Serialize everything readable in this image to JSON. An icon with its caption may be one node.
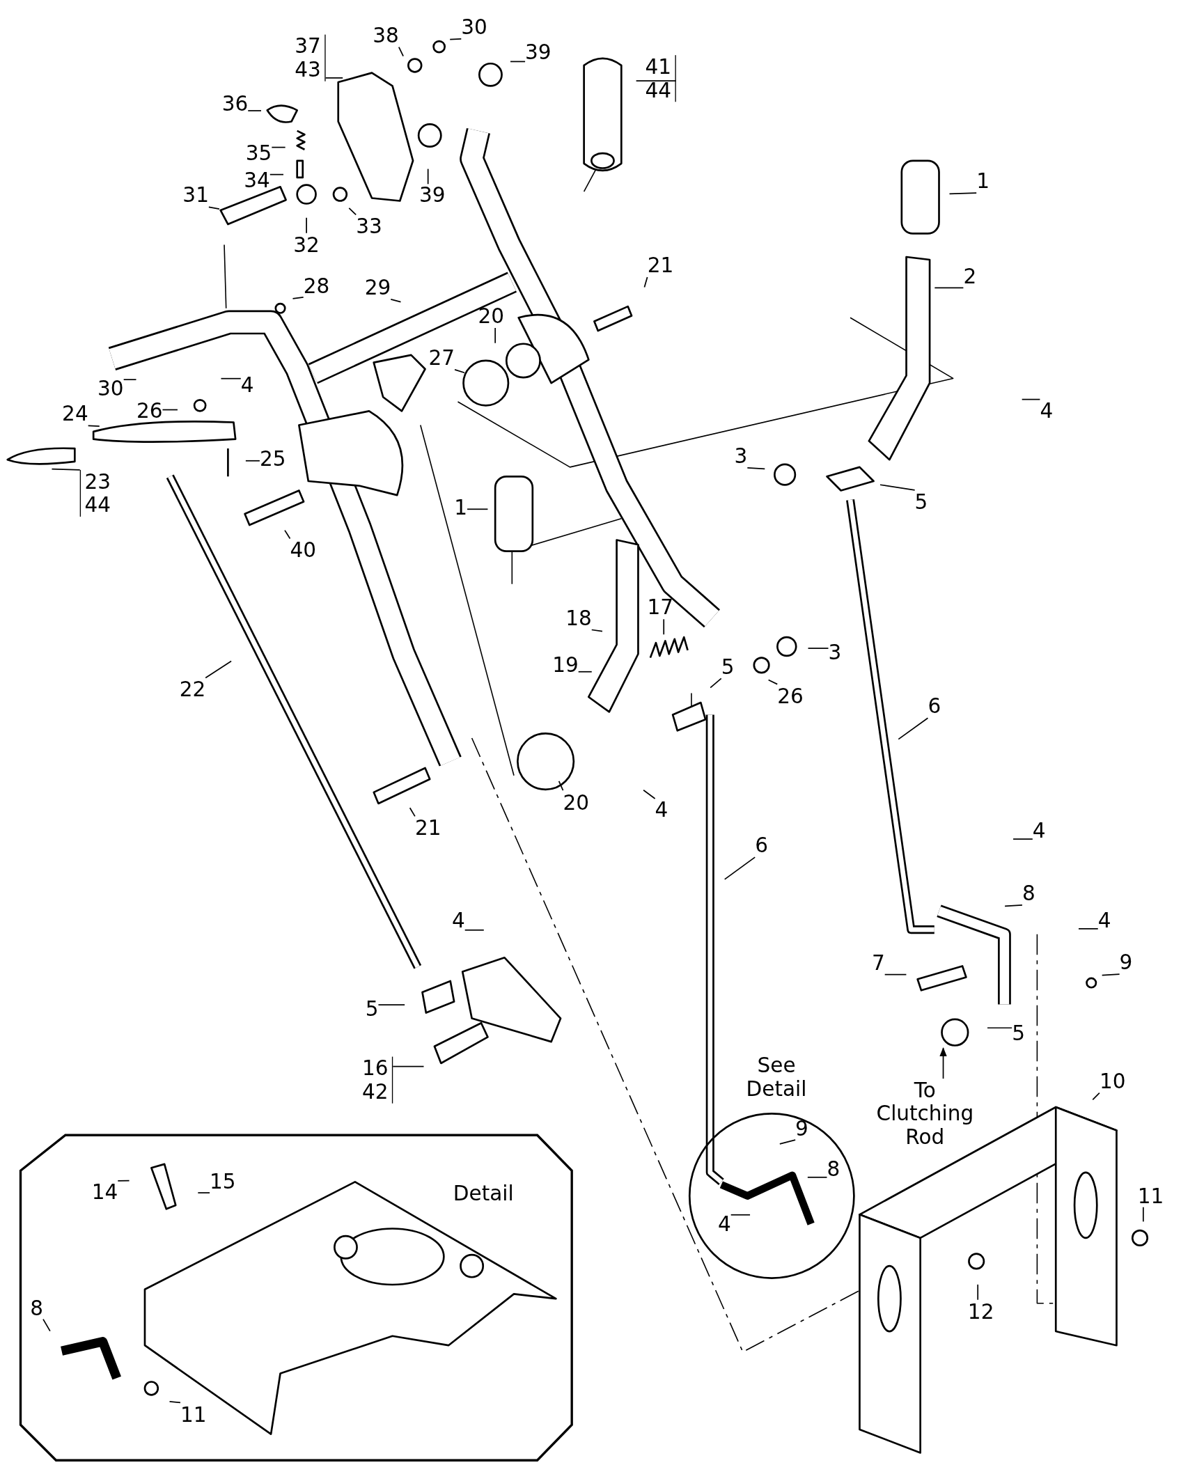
{
  "diagram": {
    "nodes": [
      {
        "text": [
          "37",
          "43"
        ]
      },
      {
        "text": [
          "38"
        ]
      },
      {
        "text": [
          "30"
        ]
      },
      {
        "text": [
          "39"
        ]
      },
      {
        "text": [
          "41",
          "44"
        ]
      },
      {
        "text": [
          "36"
        ]
      },
      {
        "text": [
          "35"
        ]
      },
      {
        "text": [
          "34"
        ]
      },
      {
        "text": [
          "39"
        ]
      },
      {
        "text": [
          "31"
        ]
      },
      {
        "text": [
          "33"
        ]
      },
      {
        "text": [
          "32"
        ]
      },
      {
        "text": [
          "1"
        ]
      },
      {
        "text": [
          "21"
        ]
      },
      {
        "text": [
          "2"
        ]
      },
      {
        "text": [
          "28"
        ]
      },
      {
        "text": [
          "29"
        ]
      },
      {
        "text": [
          "20"
        ]
      },
      {
        "text": [
          "27"
        ]
      },
      {
        "text": [
          "4"
        ]
      },
      {
        "text": [
          "30"
        ]
      },
      {
        "text": [
          "4"
        ]
      },
      {
        "text": [
          "26"
        ]
      },
      {
        "text": [
          "24"
        ]
      },
      {
        "text": [
          "3"
        ]
      },
      {
        "text": [
          "25"
        ]
      },
      {
        "text": [
          "5"
        ]
      },
      {
        "text": [
          "23",
          "44"
        ]
      },
      {
        "text": [
          "1"
        ]
      },
      {
        "text": [
          "40"
        ]
      },
      {
        "text": [
          "18"
        ]
      },
      {
        "text": [
          "17"
        ]
      },
      {
        "text": [
          "3"
        ]
      },
      {
        "text": [
          "19"
        ]
      },
      {
        "text": [
          "5"
        ]
      },
      {
        "text": [
          "22"
        ]
      },
      {
        "text": [
          "26"
        ]
      },
      {
        "text": [
          "6"
        ]
      },
      {
        "text": [
          "20"
        ]
      },
      {
        "text": [
          "4"
        ]
      },
      {
        "text": [
          "21"
        ]
      },
      {
        "text": [
          "4"
        ]
      },
      {
        "text": [
          "6"
        ]
      },
      {
        "text": [
          "8"
        ]
      },
      {
        "text": [
          "4"
        ]
      },
      {
        "text": [
          "4"
        ]
      },
      {
        "text": [
          "7"
        ]
      },
      {
        "text": [
          "9"
        ]
      },
      {
        "text": [
          "5"
        ]
      },
      {
        "text": [
          "5"
        ]
      },
      {
        "text": [
          "16",
          "42"
        ]
      },
      {
        "text": [
          "To Clutching Rod"
        ]
      },
      {
        "text": [
          "10"
        ]
      },
      {
        "text": [
          "See Detail"
        ]
      },
      {
        "text": [
          "9"
        ],
        "in": 53
      },
      {
        "text": [
          "8"
        ],
        "in": 53
      },
      {
        "text": [
          "4"
        ],
        "in": 53
      },
      {
        "text": [
          "11"
        ]
      },
      {
        "text": [
          "12"
        ]
      },
      {
        "text": [
          "Detail"
        ]
      },
      {
        "text": [
          "14"
        ],
        "in": 59
      },
      {
        "text": [
          "15"
        ],
        "in": 59
      },
      {
        "text": [
          "8"
        ],
        "in": 59
      },
      {
        "text": [
          "11"
        ],
        "in": 59
      }
    ],
    "edges": [
      {
        "from": 0,
        "to": null,
        "arrow": "none"
      },
      {
        "from": 1,
        "to": null,
        "arrow": "none"
      },
      {
        "from": 2,
        "to": null,
        "arrow": "none"
      },
      {
        "from": 3,
        "to": null,
        "arrow": "none"
      },
      {
        "from": 4,
        "to": null,
        "arrow": "none"
      },
      {
        "from": 5,
        "to": null,
        "arrow": "none"
      },
      {
        "from": 6,
        "to": null,
        "arrow": "none"
      },
      {
        "from": 7,
        "to": null,
        "arrow": "none"
      },
      {
        "from": 8,
        "to": null,
        "arrow": "none"
      },
      {
        "from": 9,
        "to": null,
        "arrow": "none"
      },
      {
        "from": 10,
        "to": null,
        "arrow": "none"
      },
      {
        "from": 11,
        "to": null,
        "arrow": "none"
      },
      {
        "from": 12,
        "to": null,
        "arrow": "none"
      },
      {
        "from": 13,
        "to": null,
        "arrow": "none"
      },
      {
        "from": 14,
        "to": null,
        "arrow": "none"
      },
      {
        "from": 15,
        "to": null,
        "arrow": "none"
      },
      {
        "from": 16,
        "to": null,
        "arrow": "none"
      },
      {
        "from": 17,
        "to": null,
        "arrow": "none"
      },
      {
        "from": 18,
        "to": null,
        "arrow": "none"
      },
      {
        "from": 19,
        "to": null,
        "arrow": "none"
      },
      {
        "from": 20,
        "to": null,
        "arrow": "none"
      },
      {
        "from": 21,
        "to": null,
        "arrow": "none"
      },
      {
        "from": 22,
        "to": null,
        "arrow": "none"
      },
      {
        "from": 23,
        "to": null,
        "arrow": "none"
      },
      {
        "from": 24,
        "to": null,
        "arrow": "none"
      },
      {
        "from": 25,
        "to": null,
        "arrow": "none"
      },
      {
        "from": 26,
        "to": null,
        "arrow": "none"
      },
      {
        "from": 27,
        "to": null,
        "arrow": "none"
      },
      {
        "from": 28,
        "to": null,
        "arrow": "none"
      },
      {
        "from": 29,
        "to": null,
        "arrow": "none"
      },
      {
        "from": 30,
        "to": null,
        "arrow": "none"
      },
      {
        "from": 31,
        "to": null,
        "arrow": "none"
      },
      {
        "from": 32,
        "to": null,
        "arrow": "none"
      },
      {
        "from": 33,
        "to": null,
        "arrow": "none"
      },
      {
        "from": 34,
        "to": null,
        "arrow": "none"
      },
      {
        "from": 35,
        "to": null,
        "arrow": "none"
      },
      {
        "from": 36,
        "to": null,
        "arrow": "none"
      },
      {
        "from": 37,
        "to": null,
        "arrow": "none"
      },
      {
        "from": 38,
        "to": null,
        "arrow": "none"
      },
      {
        "from": 39,
        "to": null,
        "arrow": "none"
      },
      {
        "from": 40,
        "to": null,
        "arrow": "none"
      },
      {
        "from": 41,
        "to": null,
        "arrow": "none"
      },
      {
        "from": 42,
        "to": null,
        "arrow": "none"
      },
      {
        "from": 43,
        "to": null,
        "arrow": "none"
      },
      {
        "from": 44,
        "to": null,
        "arrow": "none"
      },
      {
        "from": 45,
        "to": null,
        "arrow": "none"
      },
      {
        "from": 46,
        "to": null,
        "arrow": "none"
      },
      {
        "from": 47,
        "to": null,
        "arrow": "none"
      },
      {
        "from": 48,
        "to": null,
        "arrow": "none"
      },
      {
        "from": 49,
        "to": null,
        "arrow": "none"
      },
      {
        "from": 50,
        "to": null,
        "arrow": "none"
      },
      {
        "from": 51,
        "to": null,
        "arrow": "to"
      },
      {
        "from": 52,
        "to": null,
        "arrow": "none"
      },
      {
        "from": 54,
        "to": null,
        "arrow": "none"
      },
      {
        "from": 55,
        "to": null,
        "arrow": "none"
      },
      {
        "from": 56,
        "to": null,
        "arrow": "none"
      },
      {
        "from": 57,
        "to": null,
        "arrow": "none"
      },
      {
        "from": 58,
        "to": null,
        "arrow": "none"
      },
      {
        "from": 60,
        "to": null,
        "arrow": "none"
      },
      {
        "from": 61,
        "to": null,
        "arrow": "none"
      },
      {
        "from": 62,
        "to": null,
        "arrow": "none"
      },
      {
        "from": 63,
        "to": null,
        "arrow": "none"
      }
    ]
  }
}
